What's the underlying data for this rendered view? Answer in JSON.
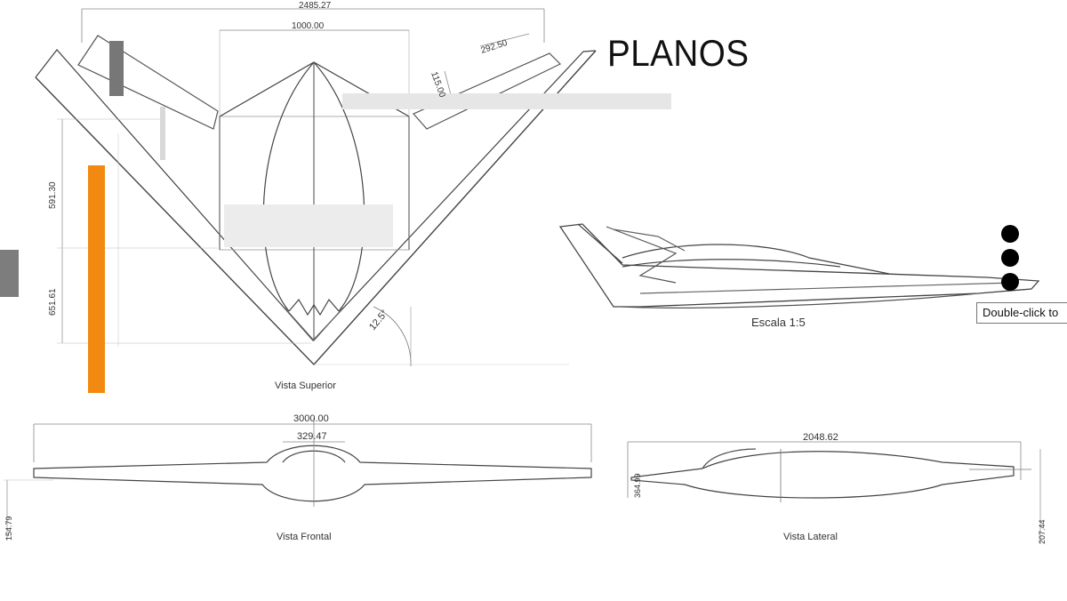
{
  "title": "PLANOS",
  "tooltip": "Double-click to",
  "views": {
    "top": {
      "label": "Vista Superior"
    },
    "side_small": {
      "label": "Escala 1:5"
    },
    "front": {
      "label": "Vista Frontal"
    },
    "lateral": {
      "label": "Vista Lateral"
    }
  },
  "dimensions": {
    "overall_span_top": "2485.27",
    "center_width_top": "1000.00",
    "tip_chord": "292.50",
    "tip_offset": "115.00",
    "left_vertical_upper": "591.30",
    "left_vertical_lower": "651.61",
    "angle": "12.5°",
    "front_span": "3000.00",
    "front_canopy": "329.47",
    "front_height": "154.79",
    "lateral_length": "2048.62",
    "lateral_height": "364.99",
    "lateral_right": "207.44"
  },
  "colors": {
    "accent_bar": "#f28a12",
    "side_tab": "#7d7d7d",
    "dots": "#000000"
  },
  "controls": {
    "dots": [
      "dot-1",
      "dot-2",
      "dot-3"
    ]
  }
}
